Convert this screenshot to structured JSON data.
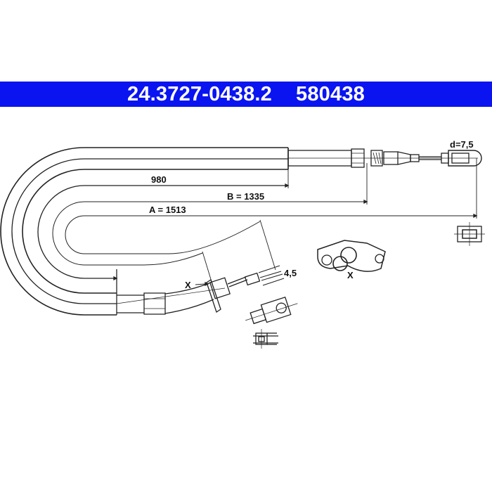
{
  "header": {
    "part_number": "24.3727-0438.2",
    "ref_number": "580438",
    "background_color": "#0a14f0",
    "text_color": "#ffffff"
  },
  "dimensions": {
    "d_label": "d=7,5",
    "len_980": "980",
    "len_b": "B = 1335",
    "len_a": "A = 1513",
    "fork_width": "4,5"
  },
  "markers": {
    "detail_x_left": "X",
    "detail_x_bracket": "X"
  }
}
